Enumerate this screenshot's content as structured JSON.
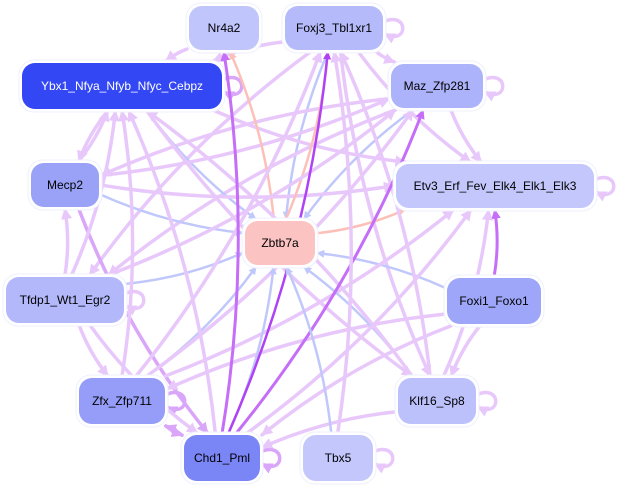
{
  "diagram": {
    "type": "directed-network",
    "nodes": [
      {
        "id": "Nr4a2",
        "label": "Nr4a2",
        "fill": "#c0c5fb",
        "text": "#000000"
      },
      {
        "id": "Foxj3_Tbl1xr1",
        "label": "Foxj3_Tbl1xr1",
        "fill": "#b5bbfa",
        "text": "#000000"
      },
      {
        "id": "Ybx1",
        "label": "Ybx1_Nfya_Nfyb_Nfyc_Cebpz",
        "fill": "#3347f5",
        "text": "#ffffff"
      },
      {
        "id": "Maz_Zfp281",
        "label": "Maz_Zfp281",
        "fill": "#adb3fa",
        "text": "#000000"
      },
      {
        "id": "Mecp2",
        "label": "Mecp2",
        "fill": "#9aa2f8",
        "text": "#000000"
      },
      {
        "id": "Etv3",
        "label": "Etv3_Erf_Fev_Elk4_Elk1_Elk3",
        "fill": "#c3c7fb",
        "text": "#000000"
      },
      {
        "id": "Zbtb7a",
        "label": "Zbtb7a",
        "fill": "#fcc3c3",
        "text": "#000000"
      },
      {
        "id": "Tfdp1",
        "label": "Tfdp1_Wt1_Egr2",
        "fill": "#b2b8fa",
        "text": "#000000"
      },
      {
        "id": "Foxi1_Foxo1",
        "label": "Foxi1_Foxo1",
        "fill": "#9ea6f9",
        "text": "#000000"
      },
      {
        "id": "Zfx_Zfp711",
        "label": "Zfx_Zfp711",
        "fill": "#959df8",
        "text": "#000000"
      },
      {
        "id": "Klf16_Sp8",
        "label": "Klf16_Sp8",
        "fill": "#bcc1fb",
        "text": "#000000"
      },
      {
        "id": "Chd1_Pml",
        "label": "Chd1_Pml",
        "fill": "#7a85f6",
        "text": "#000000"
      },
      {
        "id": "Tbx5",
        "label": "Tbx5",
        "fill": "#c3c7fb",
        "text": "#000000"
      }
    ],
    "edge_colors": {
      "violet_light": "#e8c8fb",
      "violet_mid": "#d9a6f9",
      "violet_strong": "#c56ef7",
      "violet_dark": "#b042f5",
      "blue_light": "#c0c8fb",
      "salmon": "#fcc0b8"
    },
    "edges": [
      {
        "from": "Foxj3_Tbl1xr1",
        "to": "Foxj3_Tbl1xr1",
        "color": "violet_light",
        "self": true
      },
      {
        "from": "Maz_Zfp281",
        "to": "Maz_Zfp281",
        "color": "violet_light",
        "self": true
      },
      {
        "from": "Etv3",
        "to": "Etv3",
        "color": "violet_light",
        "self": true
      },
      {
        "from": "Zfx_Zfp711",
        "to": "Zfx_Zfp711",
        "color": "violet_mid",
        "self": true
      },
      {
        "from": "Chd1_Pml",
        "to": "Chd1_Pml",
        "color": "violet_mid",
        "self": true
      },
      {
        "from": "Tbx5",
        "to": "Tbx5",
        "color": "violet_light",
        "self": true
      },
      {
        "from": "Klf16_Sp8",
        "to": "Klf16_Sp8",
        "color": "violet_light",
        "self": true
      },
      {
        "from": "Tfdp1",
        "to": "Tfdp1",
        "color": "violet_light",
        "self": true
      },
      {
        "from": "Ybx1",
        "to": "Ybx1",
        "color": "violet_mid",
        "self": true
      },
      {
        "from": "Foxj3_Tbl1xr1",
        "to": "Ybx1",
        "color": "violet_light"
      },
      {
        "from": "Foxj3_Tbl1xr1",
        "to": "Maz_Zfp281",
        "color": "violet_light"
      },
      {
        "from": "Foxj3_Tbl1xr1",
        "to": "Etv3",
        "color": "violet_light"
      },
      {
        "from": "Foxj3_Tbl1xr1",
        "to": "Zbtb7a",
        "color": "blue_light"
      },
      {
        "from": "Foxj3_Tbl1xr1",
        "to": "Klf16_Sp8",
        "color": "violet_light"
      },
      {
        "from": "Foxj3_Tbl1xr1",
        "to": "Tfdp1",
        "color": "violet_light"
      },
      {
        "from": "Maz_Zfp281",
        "to": "Etv3",
        "color": "violet_light"
      },
      {
        "from": "Maz_Zfp281",
        "to": "Mecp2",
        "color": "violet_light"
      },
      {
        "from": "Maz_Zfp281",
        "to": "Tfdp1",
        "color": "violet_light"
      },
      {
        "from": "Maz_Zfp281",
        "to": "Zbtb7a",
        "color": "blue_light"
      },
      {
        "from": "Ybx1",
        "to": "Zbtb7a",
        "color": "blue_light"
      },
      {
        "from": "Ybx1",
        "to": "Etv3",
        "color": "violet_light"
      },
      {
        "from": "Ybx1",
        "to": "Klf16_Sp8",
        "color": "violet_light"
      },
      {
        "from": "Ybx1",
        "to": "Mecp2",
        "color": "violet_light"
      },
      {
        "from": "Mecp2",
        "to": "Zbtb7a",
        "color": "blue_light"
      },
      {
        "from": "Mecp2",
        "to": "Etv3",
        "color": "violet_light"
      },
      {
        "from": "Mecp2",
        "to": "Maz_Zfp281",
        "color": "violet_light"
      },
      {
        "from": "Mecp2",
        "to": "Chd1_Pml",
        "color": "violet_mid"
      },
      {
        "from": "Mecp2",
        "to": "Ybx1",
        "color": "violet_light"
      },
      {
        "from": "Zbtb7a",
        "to": "Etv3",
        "color": "salmon"
      },
      {
        "from": "Zbtb7a",
        "to": "Foxj3_Tbl1xr1",
        "color": "salmon"
      },
      {
        "from": "Zbtb7a",
        "to": "Nr4a2",
        "color": "salmon"
      },
      {
        "from": "Tfdp1",
        "to": "Zbtb7a",
        "color": "blue_light"
      },
      {
        "from": "Tfdp1",
        "to": "Mecp2",
        "color": "violet_light"
      },
      {
        "from": "Tfdp1",
        "to": "Zfx_Zfp711",
        "color": "violet_light"
      },
      {
        "from": "Tfdp1",
        "to": "Ybx1",
        "color": "violet_light"
      },
      {
        "from": "Tfdp1",
        "to": "Maz_Zfp281",
        "color": "violet_light"
      },
      {
        "from": "Tfdp1",
        "to": "Chd1_Pml",
        "color": "violet_light"
      },
      {
        "from": "Foxi1_Foxo1",
        "to": "Zbtb7a",
        "color": "blue_light"
      },
      {
        "from": "Foxi1_Foxo1",
        "to": "Etv3",
        "color": "violet_strong"
      },
      {
        "from": "Foxi1_Foxo1",
        "to": "Klf16_Sp8",
        "color": "violet_light"
      },
      {
        "from": "Foxi1_Foxo1",
        "to": "Zfx_Zfp711",
        "color": "violet_light"
      },
      {
        "from": "Foxi1_Foxo1",
        "to": "Chd1_Pml",
        "color": "violet_light"
      },
      {
        "from": "Zfx_Zfp711",
        "to": "Zbtb7a",
        "color": "blue_light"
      },
      {
        "from": "Zfx_Zfp711",
        "to": "Ybx1",
        "color": "violet_light"
      },
      {
        "from": "Zfx_Zfp711",
        "to": "Foxj3_Tbl1xr1",
        "color": "violet_light"
      },
      {
        "from": "Zfx_Zfp711",
        "to": "Maz_Zfp281",
        "color": "violet_light"
      },
      {
        "from": "Zfx_Zfp711",
        "to": "Etv3",
        "color": "violet_light"
      },
      {
        "from": "Zfx_Zfp711",
        "to": "Chd1_Pml",
        "color": "violet_mid"
      },
      {
        "from": "Klf16_Sp8",
        "to": "Zbtb7a",
        "color": "blue_light"
      },
      {
        "from": "Klf16_Sp8",
        "to": "Etv3",
        "color": "violet_light"
      },
      {
        "from": "Klf16_Sp8",
        "to": "Foxj3_Tbl1xr1",
        "color": "violet_light"
      },
      {
        "from": "Klf16_Sp8",
        "to": "Ybx1",
        "color": "violet_light"
      },
      {
        "from": "Klf16_Sp8",
        "to": "Chd1_Pml",
        "color": "violet_light"
      },
      {
        "from": "Chd1_Pml",
        "to": "Zbtb7a",
        "color": "blue_light"
      },
      {
        "from": "Chd1_Pml",
        "to": "Nr4a2",
        "color": "violet_strong"
      },
      {
        "from": "Chd1_Pml",
        "to": "Foxj3_Tbl1xr1",
        "color": "violet_dark"
      },
      {
        "from": "Chd1_Pml",
        "to": "Maz_Zfp281",
        "color": "violet_strong"
      },
      {
        "from": "Chd1_Pml",
        "to": "Ybx1",
        "color": "violet_light"
      },
      {
        "from": "Chd1_Pml",
        "to": "Etv3",
        "color": "violet_light"
      },
      {
        "from": "Chd1_Pml",
        "to": "Zfx_Zfp711",
        "color": "violet_mid"
      },
      {
        "from": "Tbx5",
        "to": "Zbtb7a",
        "color": "blue_light"
      },
      {
        "from": "Tbx5",
        "to": "Foxj3_Tbl1xr1",
        "color": "violet_light"
      },
      {
        "from": "Nr4a2",
        "to": "Ybx1",
        "color": "violet_light"
      }
    ]
  }
}
